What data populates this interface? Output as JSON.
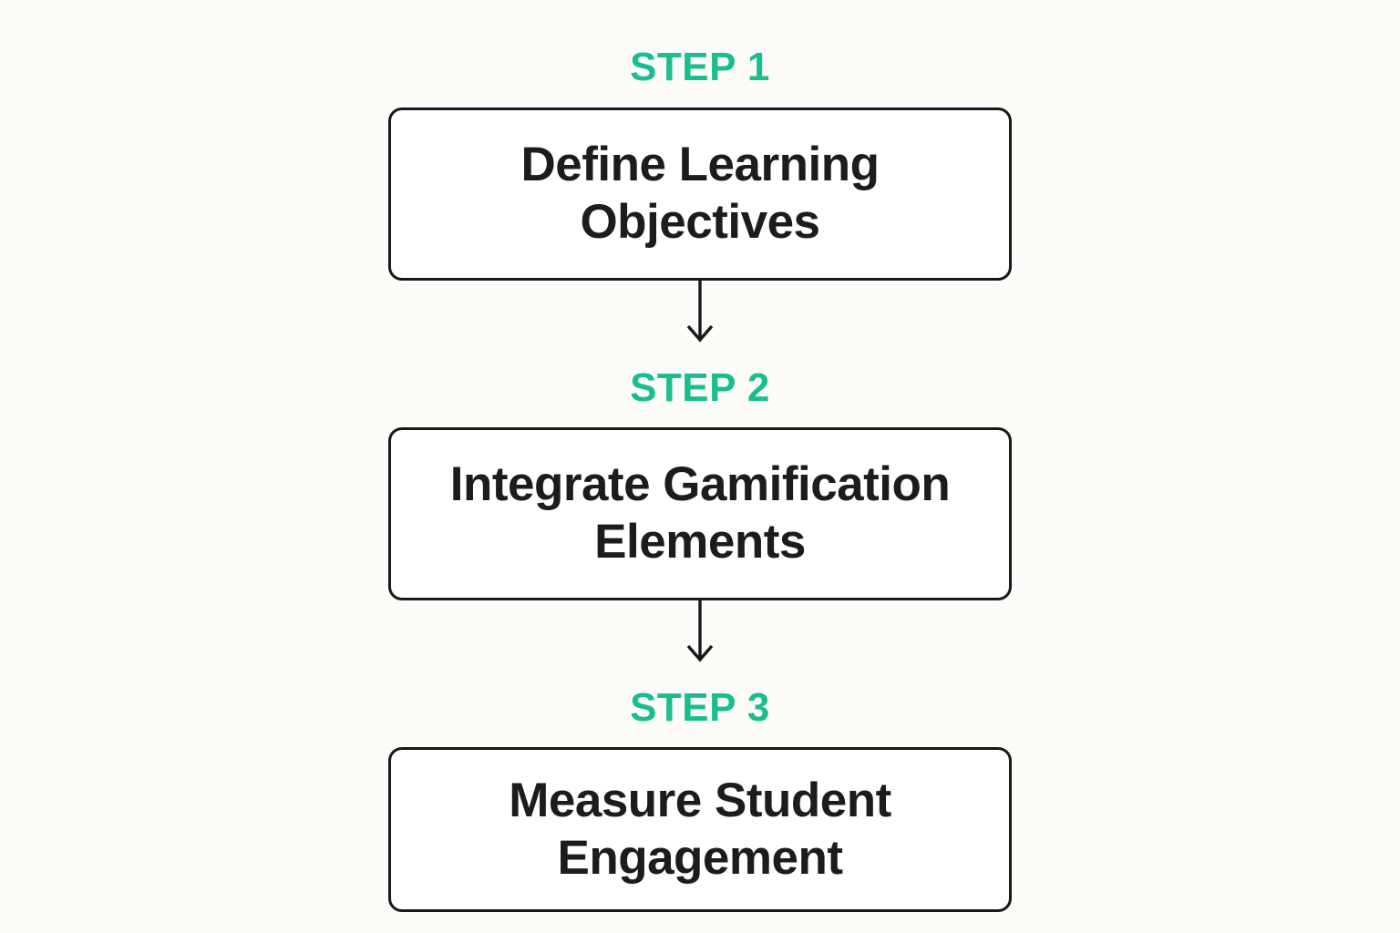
{
  "diagram": {
    "title": "Three step gamification process flowchart",
    "background_color": "#fdfcf8",
    "accent_color": "#19be8f",
    "box_border_color": "#15181c",
    "box_fill_color": "#ffffff",
    "text_color": "#1a1c1e",
    "orientation": "vertical-top-to-bottom",
    "steps": [
      {
        "label": "STEP 1",
        "box_text": "Define Learning Objectives",
        "line_1": "Define Learning",
        "line_2": "Objectives"
      },
      {
        "label": "STEP 2",
        "box_text": "Integrate Gamification Elements",
        "line_1": "Integrate Gamification",
        "line_2": "Elements"
      },
      {
        "label": "STEP 3",
        "box_text": "Measure Student Engagement",
        "line_1": "Measure Student",
        "line_2": "Engagement"
      }
    ],
    "connectors": [
      {
        "from": "STEP 1",
        "to": "STEP 2",
        "icon": "down-arrow-icon"
      },
      {
        "from": "STEP 2",
        "to": "STEP 3",
        "icon": "down-arrow-icon"
      }
    ]
  }
}
